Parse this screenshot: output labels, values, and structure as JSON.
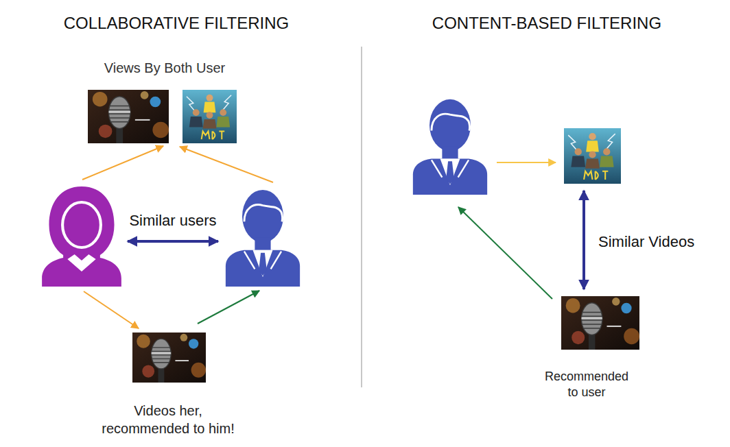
{
  "diagram": {
    "nodes": [
      {
        "text": [
          "Views By Both User"
        ]
      },
      {
        "text": [
          "Videos her, recommended to him!"
        ]
      },
      {
        "text": [
          "Recommended to user"
        ]
      }
    ],
    "labels": [
      "COLLABORATIVE FILTERING",
      "CONTENT-BASED FILTERING",
      "Similar users",
      "Similar Videos"
    ]
  }
}
